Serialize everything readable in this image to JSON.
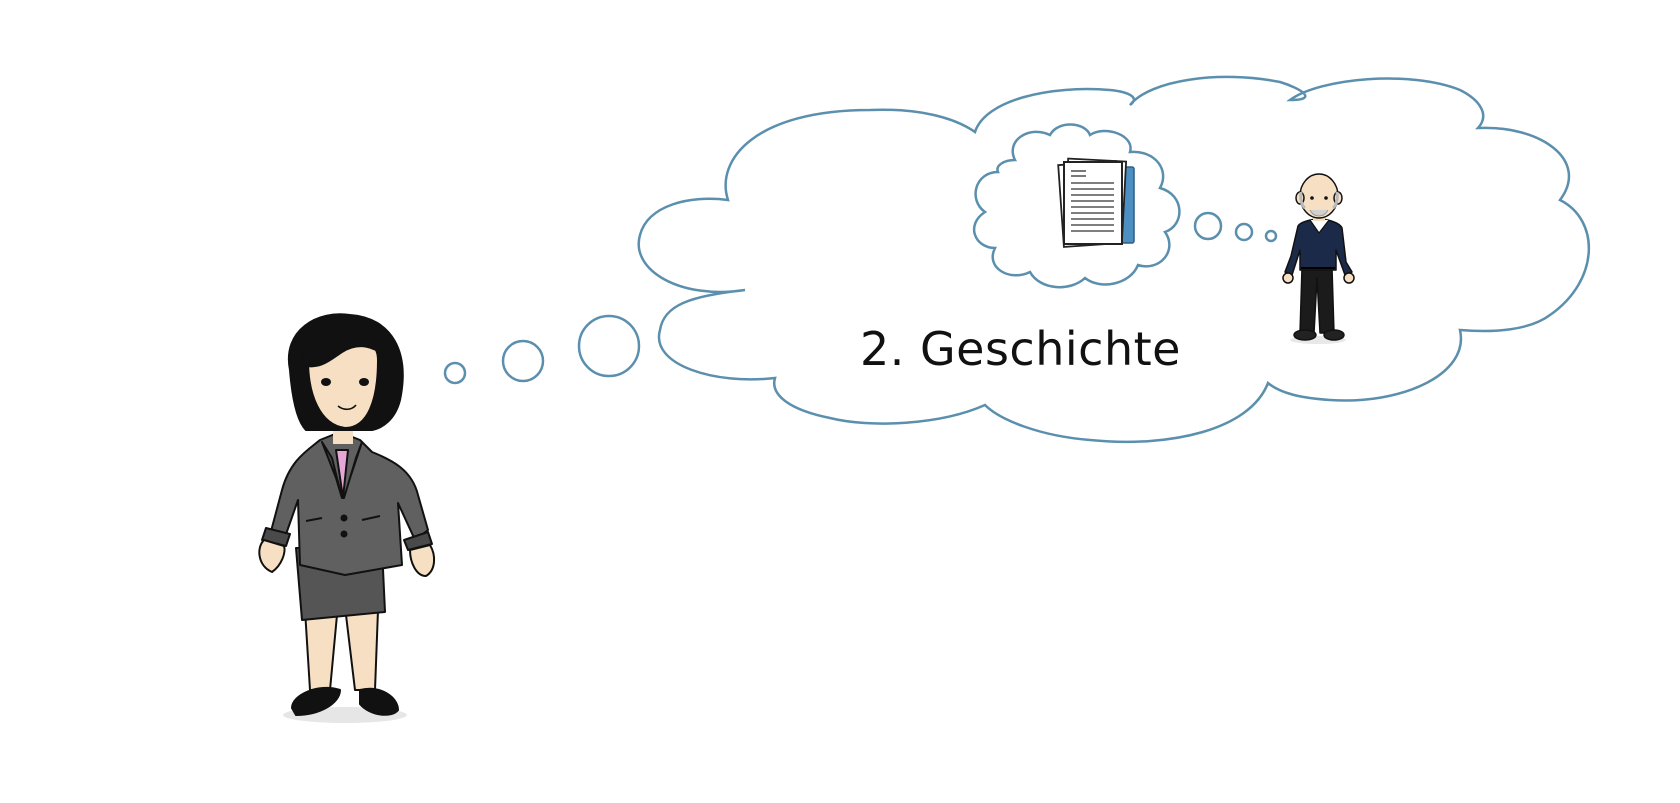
{
  "slide": {
    "caption": "2. Geschichte"
  },
  "colors": {
    "background": "#ffffff",
    "cloud_stroke": "#5b8fae",
    "jacket": "#606060",
    "hair": "#111111",
    "skin": "#f7dfc3",
    "top": "#e6a7d6",
    "man_sweater": "#1c2a4a",
    "document_tab": "#4d8fc0"
  },
  "icons": {
    "woman": "businesswoman-figure",
    "man": "elderly-man-figure",
    "documents": "document-stack-icon"
  }
}
